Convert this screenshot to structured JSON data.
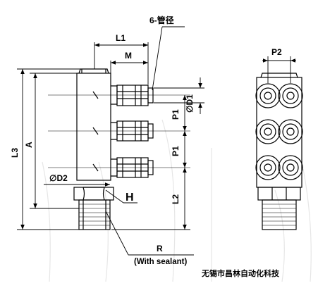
{
  "labels": {
    "pipe_dia": "6-管径",
    "L1": "L1",
    "M": "M",
    "P2": "P2",
    "D1": "∅D1",
    "P1": "P1",
    "L3": "L3",
    "A": "A",
    "D2": "∅D2",
    "H": "H",
    "L2": "L2",
    "R": "R",
    "with_sealant": "(With sealant)"
  },
  "company": "无锡市昌林自动化科技"
}
